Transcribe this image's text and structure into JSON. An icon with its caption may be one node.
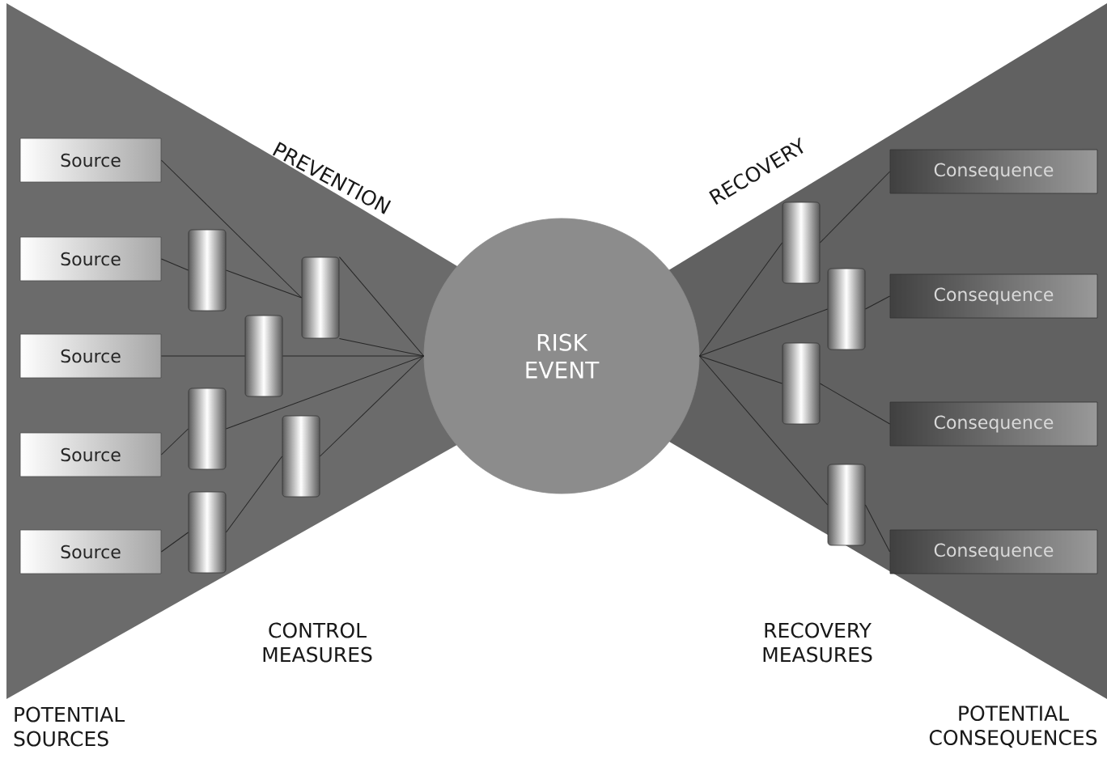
{
  "diagram": {
    "nodes": [
      {
        "text": [
          "Source"
        ]
      },
      {
        "text": [
          "Source"
        ]
      },
      {
        "text": [
          "Source"
        ]
      },
      {
        "text": [
          "Source"
        ]
      },
      {
        "text": [
          "Source"
        ]
      },
      {
        "text": [],
        "shape": "cylinder"
      },
      {
        "text": [],
        "shape": "cylinder"
      },
      {
        "text": [],
        "shape": "cylinder"
      },
      {
        "text": [],
        "shape": "cylinder"
      },
      {
        "text": [],
        "shape": "cylinder"
      },
      {
        "text": [],
        "shape": "cylinder"
      },
      {
        "text": [
          "RISK EVENT"
        ]
      },
      {
        "text": [],
        "shape": "cylinder"
      },
      {
        "text": [],
        "shape": "cylinder"
      },
      {
        "text": [],
        "shape": "cylinder"
      },
      {
        "text": [],
        "shape": "cylinder"
      },
      {
        "text": [
          "Consequence"
        ]
      },
      {
        "text": [
          "Consequence"
        ]
      },
      {
        "text": [
          "Consequence"
        ]
      },
      {
        "text": [
          "Consequence"
        ]
      }
    ],
    "edges": [
      {
        "from": 0,
        "to": 10,
        "arrow": "none"
      },
      {
        "from": 1,
        "to": 5,
        "arrow": "none"
      },
      {
        "from": 5,
        "to": 10,
        "arrow": "none"
      },
      {
        "from": 10,
        "to": 11,
        "arrow": "none"
      },
      {
        "from": 10,
        "to": 11,
        "arrow": "none"
      },
      {
        "from": 2,
        "to": 8,
        "arrow": "none"
      },
      {
        "from": 8,
        "to": 11,
        "arrow": "none"
      },
      {
        "from": 3,
        "to": 6,
        "arrow": "none"
      },
      {
        "from": 6,
        "to": 11,
        "arrow": "none"
      },
      {
        "from": 4,
        "to": 7,
        "arrow": "none"
      },
      {
        "from": 7,
        "to": 9,
        "arrow": "none"
      },
      {
        "from": 9,
        "to": 11,
        "arrow": "none"
      },
      {
        "from": 11,
        "to": 12,
        "arrow": "none"
      },
      {
        "from": 12,
        "to": 16,
        "arrow": "none"
      },
      {
        "from": 11,
        "to": 14,
        "arrow": "none"
      },
      {
        "from": 14,
        "to": 17,
        "arrow": "none"
      },
      {
        "from": 11,
        "to": 13,
        "arrow": "none"
      },
      {
        "from": 13,
        "to": 18,
        "arrow": "none"
      },
      {
        "from": 11,
        "to": 15,
        "arrow": "none"
      },
      {
        "from": 15,
        "to": 19,
        "arrow": "none"
      }
    ],
    "labels": [
      "PREVENTION",
      "RECOVERY",
      "CONTROL MEASURES",
      "RECOVERY MEASURES",
      "POTENTIAL SOURCES",
      "POTENTIAL CONSEQUENCES"
    ]
  }
}
